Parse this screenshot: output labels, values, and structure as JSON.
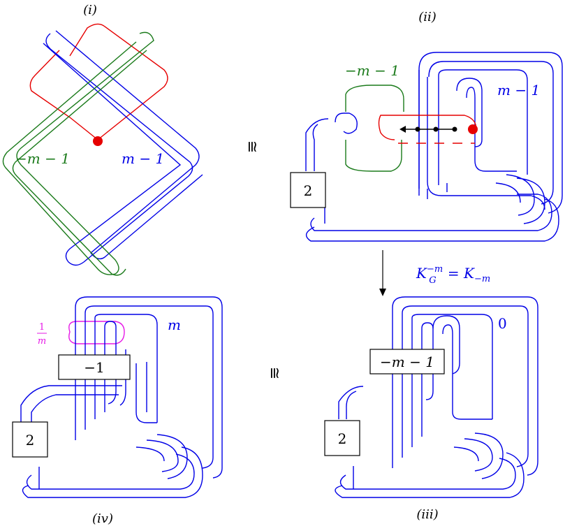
{
  "panels": {
    "i": {
      "label": "(i)",
      "red_label": "",
      "green_label": "−m − 1",
      "blue_label": "m − 1"
    },
    "ii": {
      "label": "(ii)",
      "green_label": "−m − 1",
      "blue_label": "m − 1",
      "box_label": "2"
    },
    "iii": {
      "label": "(iii)",
      "blue_label": "0",
      "box_label": "2",
      "twist_box_label": "−m − 1",
      "result_label": "K_G^{−m} = K_{−m}",
      "result_label_base": "K",
      "result_label_sub_sup_left": "G",
      "result_label_sup_left": "−m",
      "result_label_rhs_base": " = K",
      "result_label_rhs_sub": "−m"
    },
    "iv": {
      "label": "(iv)",
      "blue_label": "m",
      "box_label": "2",
      "twist_box_label": "−1",
      "magenta_num": "1",
      "magenta_den": "m"
    }
  },
  "relations": {
    "iso_top": "≅",
    "iso_bottom": "≅"
  },
  "colors": {
    "blue": "#0000e6",
    "green": "#1a7a1a",
    "red": "#e60000",
    "magenta": "#e619e6",
    "black": "#000000"
  }
}
